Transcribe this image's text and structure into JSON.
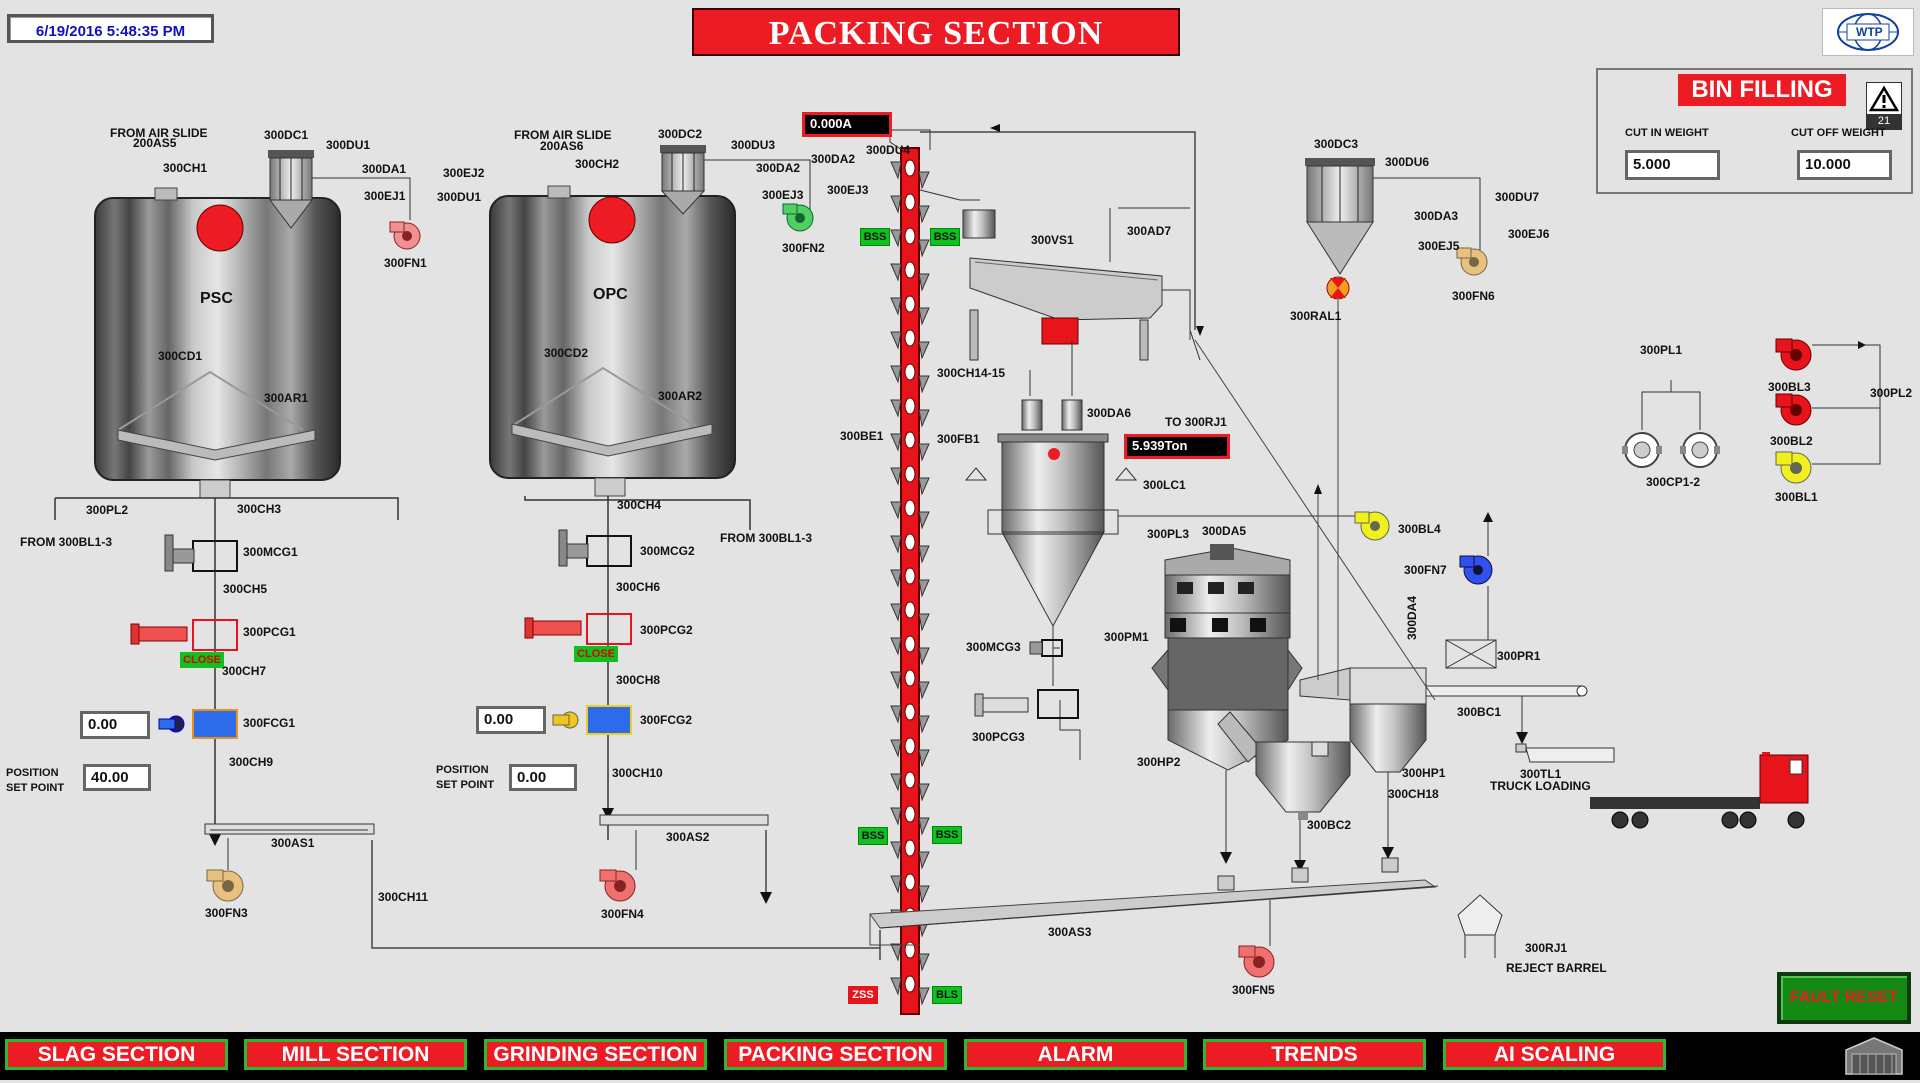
{
  "header": {
    "datetime": "6/19/2016 5:48:35 PM",
    "title": "PACKING SECTION",
    "logo_text": "WTP"
  },
  "bin_filling": {
    "title": "BIN FILLING",
    "cut_in_label": "CUT IN WEIGHT",
    "cut_off_label": "CUT OFF WEIGHT",
    "cut_in_value": "5.000",
    "cut_off_value": "10.000",
    "alarm_count": "21"
  },
  "readouts": {
    "current": "0.000A",
    "weight": "5.939Ton",
    "fcg1_value": "0.00",
    "fcg2_value": "0.00",
    "position1": "40.00",
    "position2": "0.00",
    "position_label_1": "POSITION",
    "position_label_2": "SET POINT"
  },
  "status": {
    "pcg1": "CLOSE",
    "pcg2": "CLOSE",
    "bss": "BSS",
    "bls": "BLS",
    "zss": "ZSS"
  },
  "silos": {
    "psc": "PSC",
    "opc": "OPC"
  },
  "labels": {
    "from_air_slide": "FROM AIR SLIDE",
    "as5": "200AS5",
    "as6": "200AS6",
    "ch1": "300CH1",
    "ch2": "300CH2",
    "dc1": "300DC1",
    "dc2": "300DC2",
    "dc3": "300DC3",
    "du1": "300DU1",
    "du1b": "300DU1",
    "du3": "300DU3",
    "du4": "300DU4",
    "du6": "300DU6",
    "du7": "300DU7",
    "da1": "300DA1",
    "da2": "300DA2",
    "da2b": "300DA2",
    "da3": "300DA3",
    "da5": "300DA5",
    "da6": "300DA6",
    "da4": "300DA4",
    "ej1": "300EJ1",
    "ej2": "300EJ2",
    "ej3": "300EJ3",
    "ej3b": "300EJ3",
    "ej5": "300EJ5",
    "ej6": "300EJ6",
    "fn1": "300FN1",
    "fn2": "300FN2",
    "fn3": "300FN3",
    "fn4": "300FN4",
    "fn5": "300FN5",
    "fn6": "300FN6",
    "fn7": "300FN7",
    "cd1": "300CD1",
    "cd2": "300CD2",
    "ar1": "300AR1",
    "ar2": "300AR2",
    "pl2": "300PL2",
    "pl2b": "300PL2",
    "pl1": "300PL1",
    "pl3": "300PL3",
    "ch3": "300CH3",
    "ch4": "300CH4",
    "from_bl13a": "FROM 300BL1-3",
    "from_bl13b": "FROM 300BL1-3",
    "mcg1": "300MCG1",
    "mcg2": "300MCG2",
    "mcg3": "300MCG3",
    "ch5": "300CH5",
    "ch6": "300CH6",
    "pcg1": "300PCG1",
    "pcg2": "300PCG2",
    "pcg3": "300PCG3",
    "ch7": "300CH7",
    "ch8": "300CH8",
    "fcg1": "300FCG1",
    "fcg2": "300FCG2",
    "ch9": "300CH9",
    "ch10": "300CH10",
    "as1": "300AS1",
    "as2": "300AS2",
    "as3": "300AS3",
    "ch11": "300CH11",
    "vs1": "300VS1",
    "ad7": "300AD7",
    "ch1415": "300CH14-15",
    "be1": "300BE1",
    "fb1": "300FB1",
    "to_rj1": "TO 300RJ1",
    "lc1": "300LC1",
    "pm1": "300PM1",
    "hp1": "300HP1",
    "hp2": "300HP2",
    "bc1": "300BC1",
    "bc2": "300BC2",
    "ch18": "300CH18",
    "ral1": "300RAL1",
    "pr1": "300PR1",
    "bl1": "300BL1",
    "bl2": "300BL2",
    "bl3": "300BL3",
    "bl4": "300BL4",
    "cp12": "300CP1-2",
    "tl1": "300TL1",
    "truck_loading": "TRUCK LOADING",
    "rj1": "300RJ1",
    "reject_barrel": "REJECT BARREL"
  },
  "actions": {
    "fault_reset": "FAULT RESET"
  },
  "nav": {
    "items": [
      "SLAG SECTION",
      "MILL SECTION",
      "GRINDING SECTION",
      "PACKING SECTION",
      "ALARM",
      "TRENDS",
      "AI SCALING"
    ]
  },
  "colors": {
    "alarm_red": "#ED1C24",
    "status_green": "#10C020",
    "nav_border": "#2EB82E",
    "background": "#E3E3E3",
    "datetime_text": "#1010C0"
  },
  "icons": {
    "fan": "fan-icon",
    "blower": "blower-icon",
    "truck": "truck-icon",
    "hopper": "hopper-icon",
    "alarm": "warning-triangle-icon",
    "home": "home-icon"
  }
}
